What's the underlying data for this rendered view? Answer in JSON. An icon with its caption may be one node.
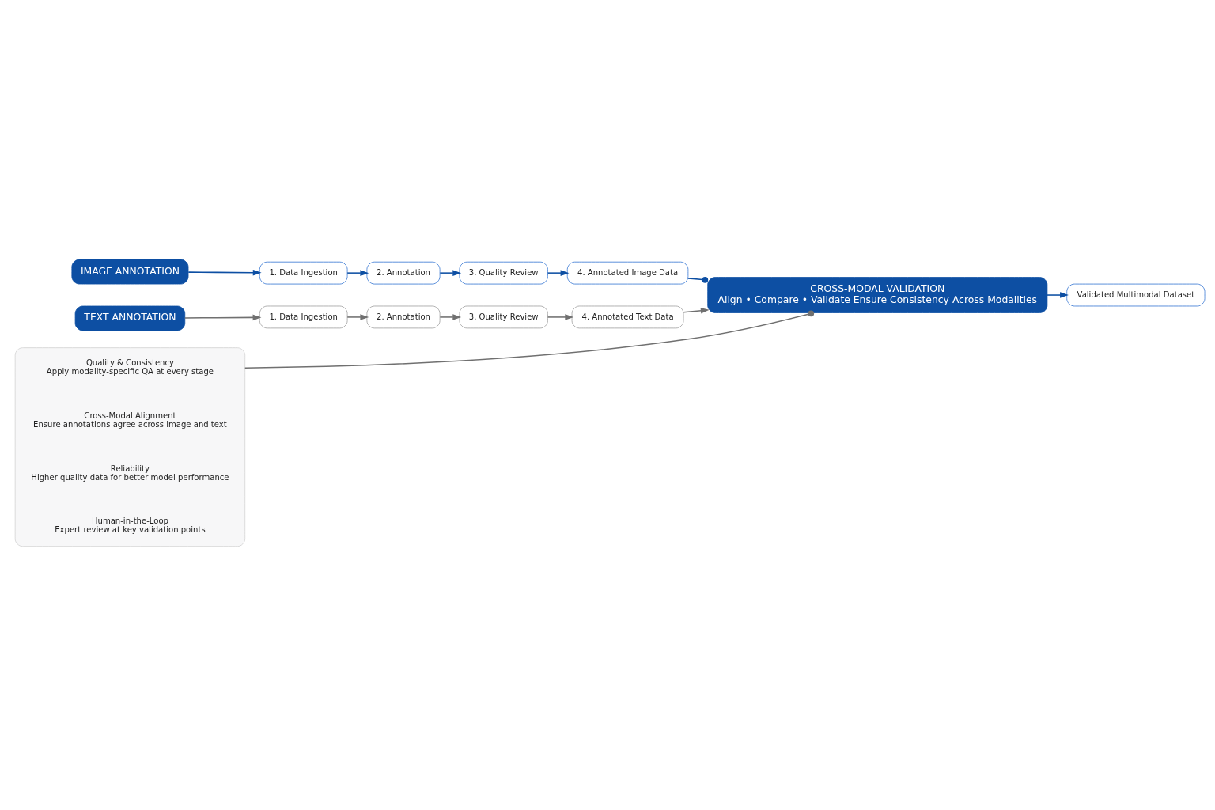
{
  "diagram": {
    "nodes": [
      {
        "text": [
          "IMAGE ANNOTATION"
        ]
      },
      {
        "text": [
          "1. Data Ingestion"
        ]
      },
      {
        "text": [
          "2. Annotation"
        ]
      },
      {
        "text": [
          "3. Quality Review"
        ]
      },
      {
        "text": [
          "4. Annotated Image Data"
        ]
      },
      {
        "text": [
          "TEXT ANNOTATION"
        ]
      },
      {
        "text": [
          "1. Data Ingestion"
        ]
      },
      {
        "text": [
          "2. Annotation"
        ]
      },
      {
        "text": [
          "3. Quality Review"
        ]
      },
      {
        "text": [
          "4. Annotated Text Data"
        ]
      },
      {
        "text": [
          "CROSS-MODAL VALIDATION",
          "Align • Compare • Validate Ensure Consistency Across Modalities"
        ]
      },
      {
        "text": [
          "Validated Multimodal Dataset"
        ]
      },
      {
        "text": [],
        "shape": "box"
      },
      {
        "text": [
          "Quality & Consistency",
          "Apply modality-specific QA at every stage"
        ],
        "in": 12
      },
      {
        "text": [
          "Cross-Modal Alignment",
          "Ensure annotations agree across image and text"
        ],
        "in": 12
      },
      {
        "text": [
          "Reliability",
          "Higher quality data for better model performance"
        ],
        "in": 12
      },
      {
        "text": [
          "Human-in-the-Loop",
          "Expert review at key validation points"
        ],
        "in": 12
      }
    ],
    "edges": [
      {
        "from": 0,
        "to": 1,
        "arrow": "to"
      },
      {
        "from": 1,
        "to": 2,
        "arrow": "to"
      },
      {
        "from": 2,
        "to": 3,
        "arrow": "to"
      },
      {
        "from": 3,
        "to": 4,
        "arrow": "to"
      },
      {
        "from": 4,
        "to": 10,
        "arrow": "other"
      },
      {
        "from": 5,
        "to": 6,
        "arrow": "to",
        "color": "#707070"
      },
      {
        "from": 6,
        "to": 7,
        "arrow": "to",
        "color": "#707070"
      },
      {
        "from": 7,
        "to": 8,
        "arrow": "to",
        "color": "#707070"
      },
      {
        "from": 8,
        "to": 9,
        "arrow": "to",
        "color": "#707070"
      },
      {
        "from": 9,
        "to": 10,
        "arrow": "to",
        "color": "#707070"
      },
      {
        "from": 12,
        "to": 10,
        "arrow": "other",
        "color": "#707070"
      },
      {
        "from": 10,
        "to": 11,
        "arrow": "to"
      }
    ]
  }
}
